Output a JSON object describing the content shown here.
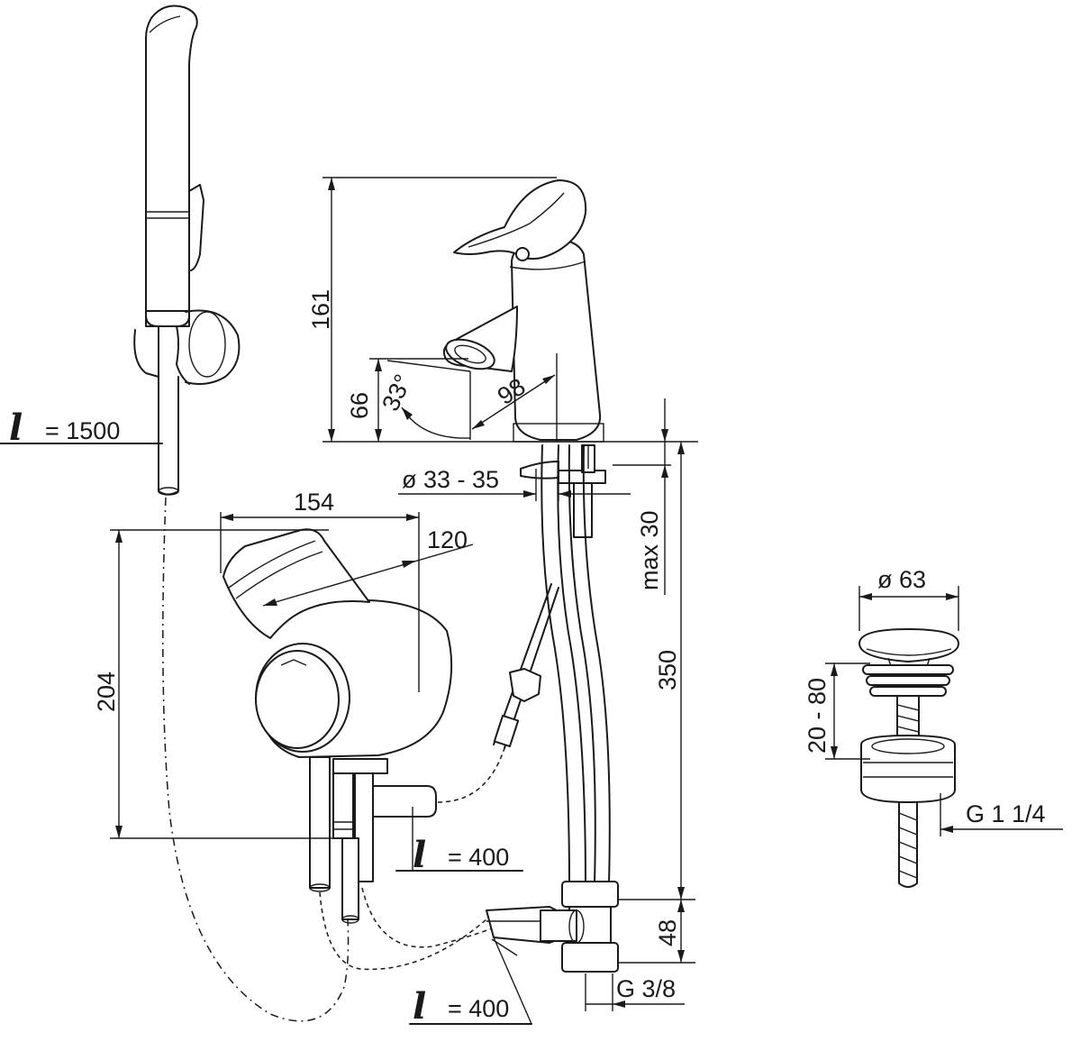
{
  "labels": {
    "hose_len": "= 1500",
    "ell_symbol": "l",
    "dim_154": "154",
    "dim_120": "120",
    "dim_204": "204",
    "hose_400_a": "= 400",
    "hose_400_b": "= 400",
    "dim_161": "161",
    "dim_66": "66",
    "angle_33": "33°",
    "dim_98": "98",
    "dia_33_35": "ø 33 - 35",
    "max_30": "max 30",
    "dim_350": "350",
    "dim_48": "48",
    "thread_g38": "G 3/8",
    "dia_63": "ø 63",
    "range_20_80": "20 - 80",
    "thread_g114": "G 1 1/4"
  }
}
